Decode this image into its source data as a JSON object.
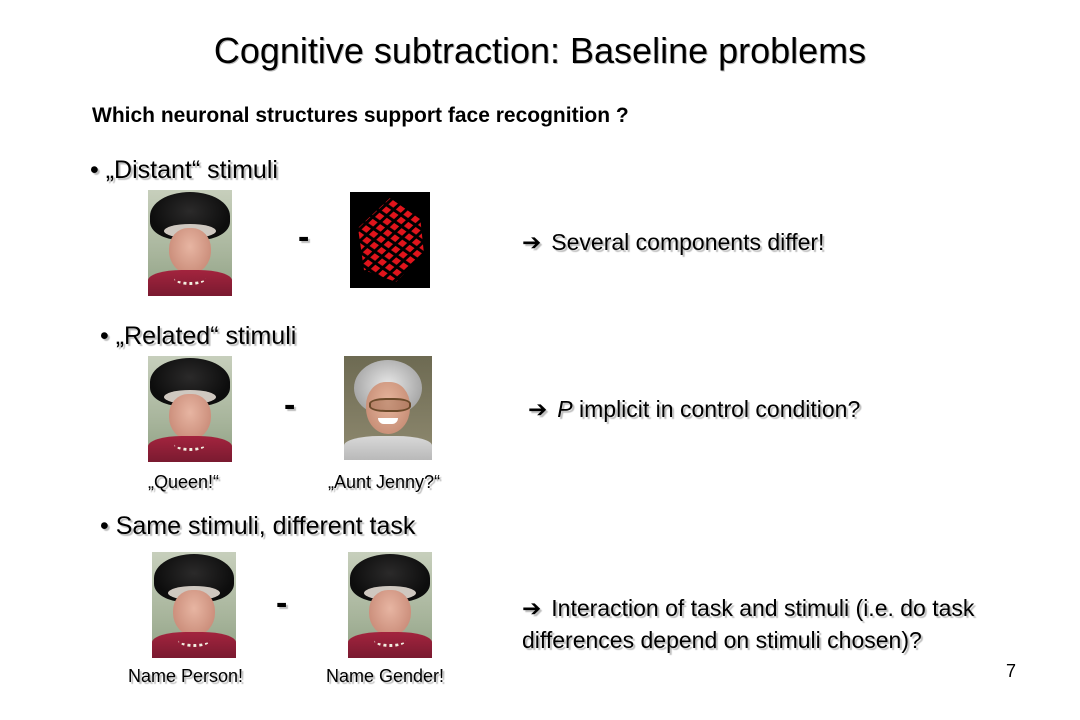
{
  "slide": {
    "title": "Cognitive subtraction: Baseline problems",
    "question": "Which neuronal structures support face recognition ?",
    "page_number": "7"
  },
  "sections": [
    {
      "bullet": "• „Distant“ stimuli",
      "minus": "-",
      "arrow": "➔",
      "note": "Several components differ!"
    },
    {
      "bullet": "• „Related“ stimuli",
      "minus": "-",
      "arrow": "➔",
      "note_italic": "P",
      "note": " implicit in control condition?",
      "caption_left": "„Queen!“",
      "caption_right": "„Aunt Jenny?“"
    },
    {
      "bullet": "• Same stimuli, different task",
      "minus": "-",
      "arrow": "➔",
      "note_line1": "Interaction of task and stimuli (i.e. do task",
      "note_line2": "differences depend on stimuli chosen)?",
      "caption_left": "Name Person!",
      "caption_right": "Name Gender!"
    }
  ],
  "colors": {
    "pattern_red": "#e0141b",
    "background": "#ffffff",
    "text": "#000000"
  },
  "images": {
    "queen": "queen-portrait",
    "pattern": "red-checker-pattern",
    "aunt": "aunt-jenny-portrait"
  }
}
